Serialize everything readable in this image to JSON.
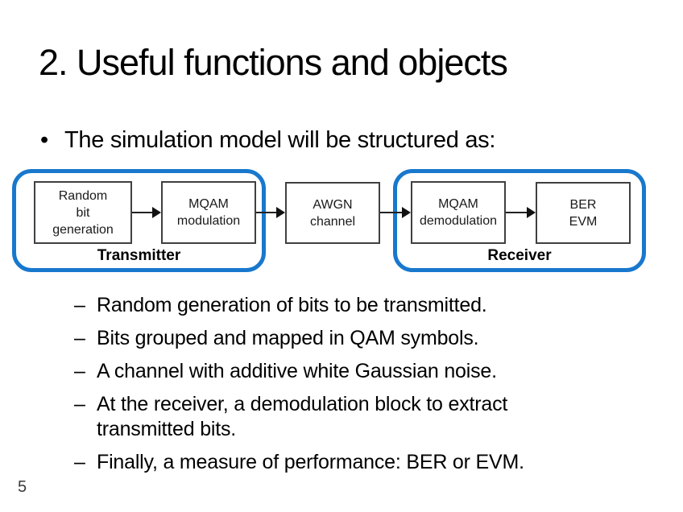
{
  "accent": {
    "group_border_blue": "#1878cd",
    "block_border_gray": "#404040"
  },
  "slide": {
    "title": "2. Useful functions and objects",
    "bullet_char": "•",
    "bullet_text": "The simulation model will be structured as:",
    "dash_char": "–",
    "sub_bullets": [
      "Random generation of bits to be transmitted.",
      "Bits grouped and mapped in QAM symbols.",
      "A channel with additive white Gaussian noise.",
      "At the receiver, a demodulation block to extract transmitted bits.",
      "Finally, a measure of performance: BER or EVM."
    ],
    "page_number": "5"
  },
  "diagram": {
    "blocks": [
      {
        "label": "Random\nbit\ngeneration"
      },
      {
        "label": "MQAM\nmodulation"
      },
      {
        "label": "AWGN\nchannel"
      },
      {
        "label": "MQAM\ndemodulation"
      },
      {
        "label": "BER\nEVM"
      }
    ],
    "groups": [
      {
        "label": "Transmitter"
      },
      {
        "label": "Receiver"
      }
    ]
  }
}
